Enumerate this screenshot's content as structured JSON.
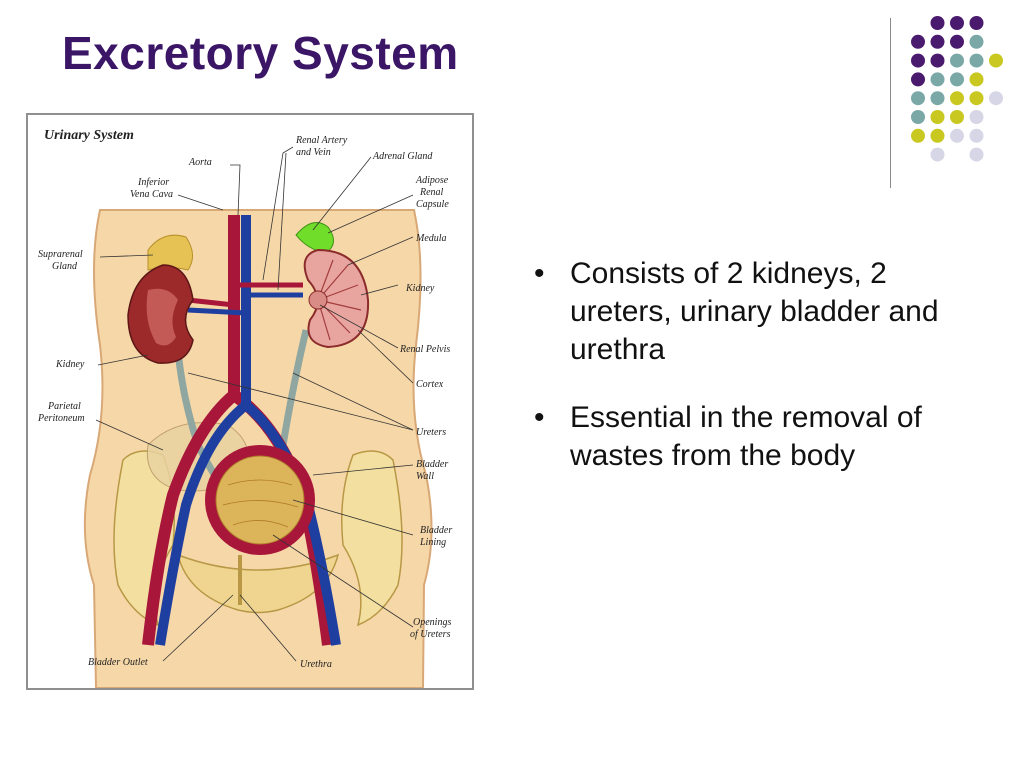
{
  "slide": {
    "title": "Excretory System",
    "bullets": [
      "Consists of 2 kidneys, 2 ureters, urinary bladder and urethra",
      "Essential in the removal of wastes from the body"
    ]
  },
  "diagram": {
    "title": "Urinary System",
    "labels": {
      "aorta": "Aorta",
      "inferior_vena_cava_1": "Inferior",
      "inferior_vena_cava_2": "Vena Cava",
      "suprarenal_1": "Suprarenal",
      "suprarenal_2": "Gland",
      "kidney_left": "Kidney",
      "parietal_1": "Parietal",
      "parietal_2": "Peritoneum",
      "renal_artery_1": "Renal Artery",
      "renal_artery_2": "and Vein",
      "adrenal_gland": "Adrenal Gland",
      "adipose_1": "Adipose",
      "adipose_2": "Renal",
      "adipose_3": "Capsule",
      "medula": "Medula",
      "kidney_right": "Kidney",
      "renal_pelvis": "Renal Pelvis",
      "cortex": "Cortex",
      "ureters": "Ureters",
      "bladder_wall_1": "Bladder",
      "bladder_wall_2": "Wall",
      "bladder_lining_1": "Bladder",
      "bladder_lining_2": "Lining",
      "openings_1": "Openings",
      "openings_2": "of Ureters",
      "bladder_outlet": "Bladder Outlet",
      "urethra": "Urethra"
    }
  },
  "colors": {
    "title": "#3b1566",
    "dot_purple": "#4a1a6e",
    "dot_teal": "#7aa8a6",
    "dot_yellow": "#c9c820",
    "dot_lavender": "#d6d6e6",
    "artery": "#a8163a",
    "vein": "#1f3fa0",
    "skin": "#f6d7a8",
    "kidney": "#9c2a2a",
    "adrenal_green": "#6fdd2a"
  }
}
